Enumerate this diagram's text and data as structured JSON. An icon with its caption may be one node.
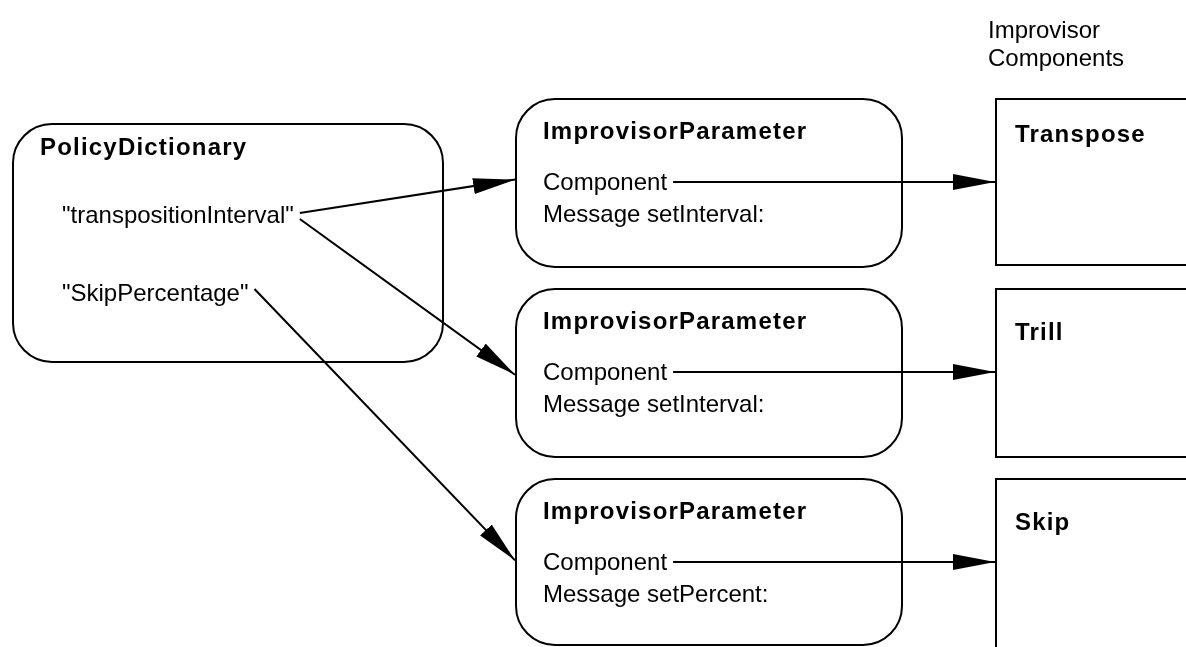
{
  "diagram": {
    "nodes": [
      {
        "text": [
          "PolicyDictionary"
        ]
      },
      {
        "text": [
          "\"transpositionInterval\""
        ],
        "in": 0
      },
      {
        "text": [
          "\"SkipPercentage\""
        ],
        "in": 0
      },
      {
        "text": [
          "ImprovisorParameter",
          "Message setInterval:"
        ]
      },
      {
        "text": [
          "Component"
        ],
        "in": 3
      },
      {
        "text": [
          "ImprovisorParameter",
          "Message setInterval:"
        ]
      },
      {
        "text": [
          "Component"
        ],
        "in": 5
      },
      {
        "text": [
          "ImprovisorParameter",
          "Message setPercent:"
        ]
      },
      {
        "text": [
          "Component"
        ],
        "in": 7
      },
      {
        "text": [
          "Transpose"
        ]
      },
      {
        "text": [
          "Trill"
        ]
      },
      {
        "text": [
          "Skip"
        ]
      }
    ],
    "edges": [
      {
        "from": 1,
        "to": 3,
        "arrow": "to"
      },
      {
        "from": 1,
        "to": 5,
        "arrow": "to"
      },
      {
        "from": 2,
        "to": 7,
        "arrow": "to"
      },
      {
        "from": 4,
        "to": 9,
        "arrow": "to"
      },
      {
        "from": 6,
        "to": 10,
        "arrow": "to"
      },
      {
        "from": 8,
        "to": 11,
        "arrow": "to"
      }
    ],
    "labels": [
      "Improvisor Components"
    ]
  }
}
